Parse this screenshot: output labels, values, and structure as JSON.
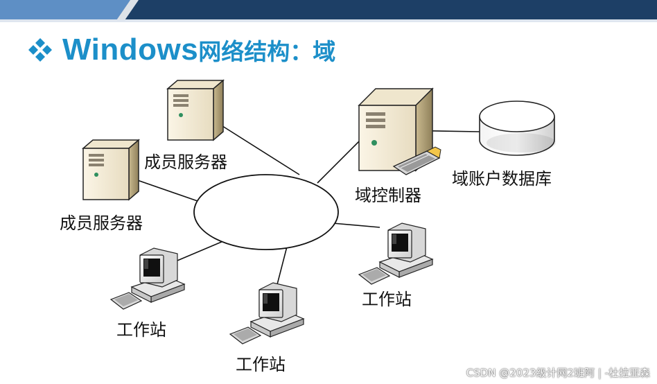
{
  "slide": {
    "title_latin": "Windows",
    "title_cjk": "网络结构：域"
  },
  "nodes": {
    "member_server_top": "成员服务器",
    "member_server_left": "成员服务器",
    "domain_controller": "域控制器",
    "domain_account_db": "域账户数据库",
    "workstation_left": "工作站",
    "workstation_middle": "工作站",
    "workstation_right": "工作站"
  },
  "icons": {
    "title_bullet": "diamond-bullet-icon",
    "server": "server-tower-icon",
    "domain_controller": "domain-controller-server-icon",
    "database": "database-cylinder-icon",
    "workstation": "desktop-computer-icon",
    "network": "network-ellipse"
  },
  "colors": {
    "title": "#1c8fc9",
    "band_dark": "#1d3f66",
    "band_light": "#5e8fc5",
    "server_body": "#f1e7cf"
  },
  "watermark": "CSDN @2023级计网2班阿 | -杜拉亚森"
}
